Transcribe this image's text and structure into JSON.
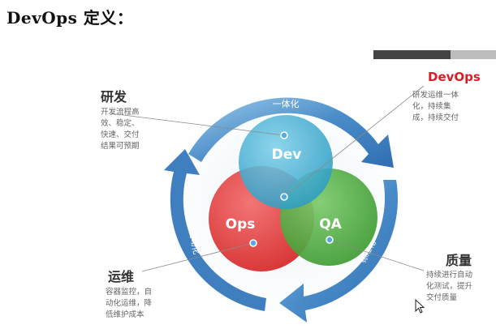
{
  "title": "DevOps 定义：",
  "colors": {
    "ring": "#4b8cc8",
    "ring_light": "#8fc0e6",
    "dev": "#3aa7c9",
    "ops": "#e23b3b",
    "qa": "#4aac3c",
    "accent_red": "#d71f26",
    "header_bar_dark": "#444444",
    "header_bar_light": "#bdbdbd"
  },
  "cycle": {
    "top_label": "一体化",
    "left_label": "自动化",
    "right_label": "标准化"
  },
  "circles": {
    "dev": "Dev",
    "ops": "Ops",
    "qa": "QA"
  },
  "callouts": {
    "dev_section": {
      "title": "研发",
      "lines": [
        "开发流程高",
        "效、稳定、",
        "快速、交付",
        "结果可预期"
      ]
    },
    "devops_section": {
      "title": "DevOps",
      "lines": [
        "研发运维一体",
        "化，持续集",
        "成，持续交付"
      ]
    },
    "ops_section": {
      "title": "运维",
      "lines": [
        "容器监控，自",
        "动化运维，降",
        "低维护成本"
      ]
    },
    "qa_section": {
      "title": "质量",
      "lines": [
        "持续进行自动",
        "化测试，提升",
        "交付质量"
      ]
    }
  },
  "icons": {
    "cursor": "mouse-cursor-icon"
  }
}
